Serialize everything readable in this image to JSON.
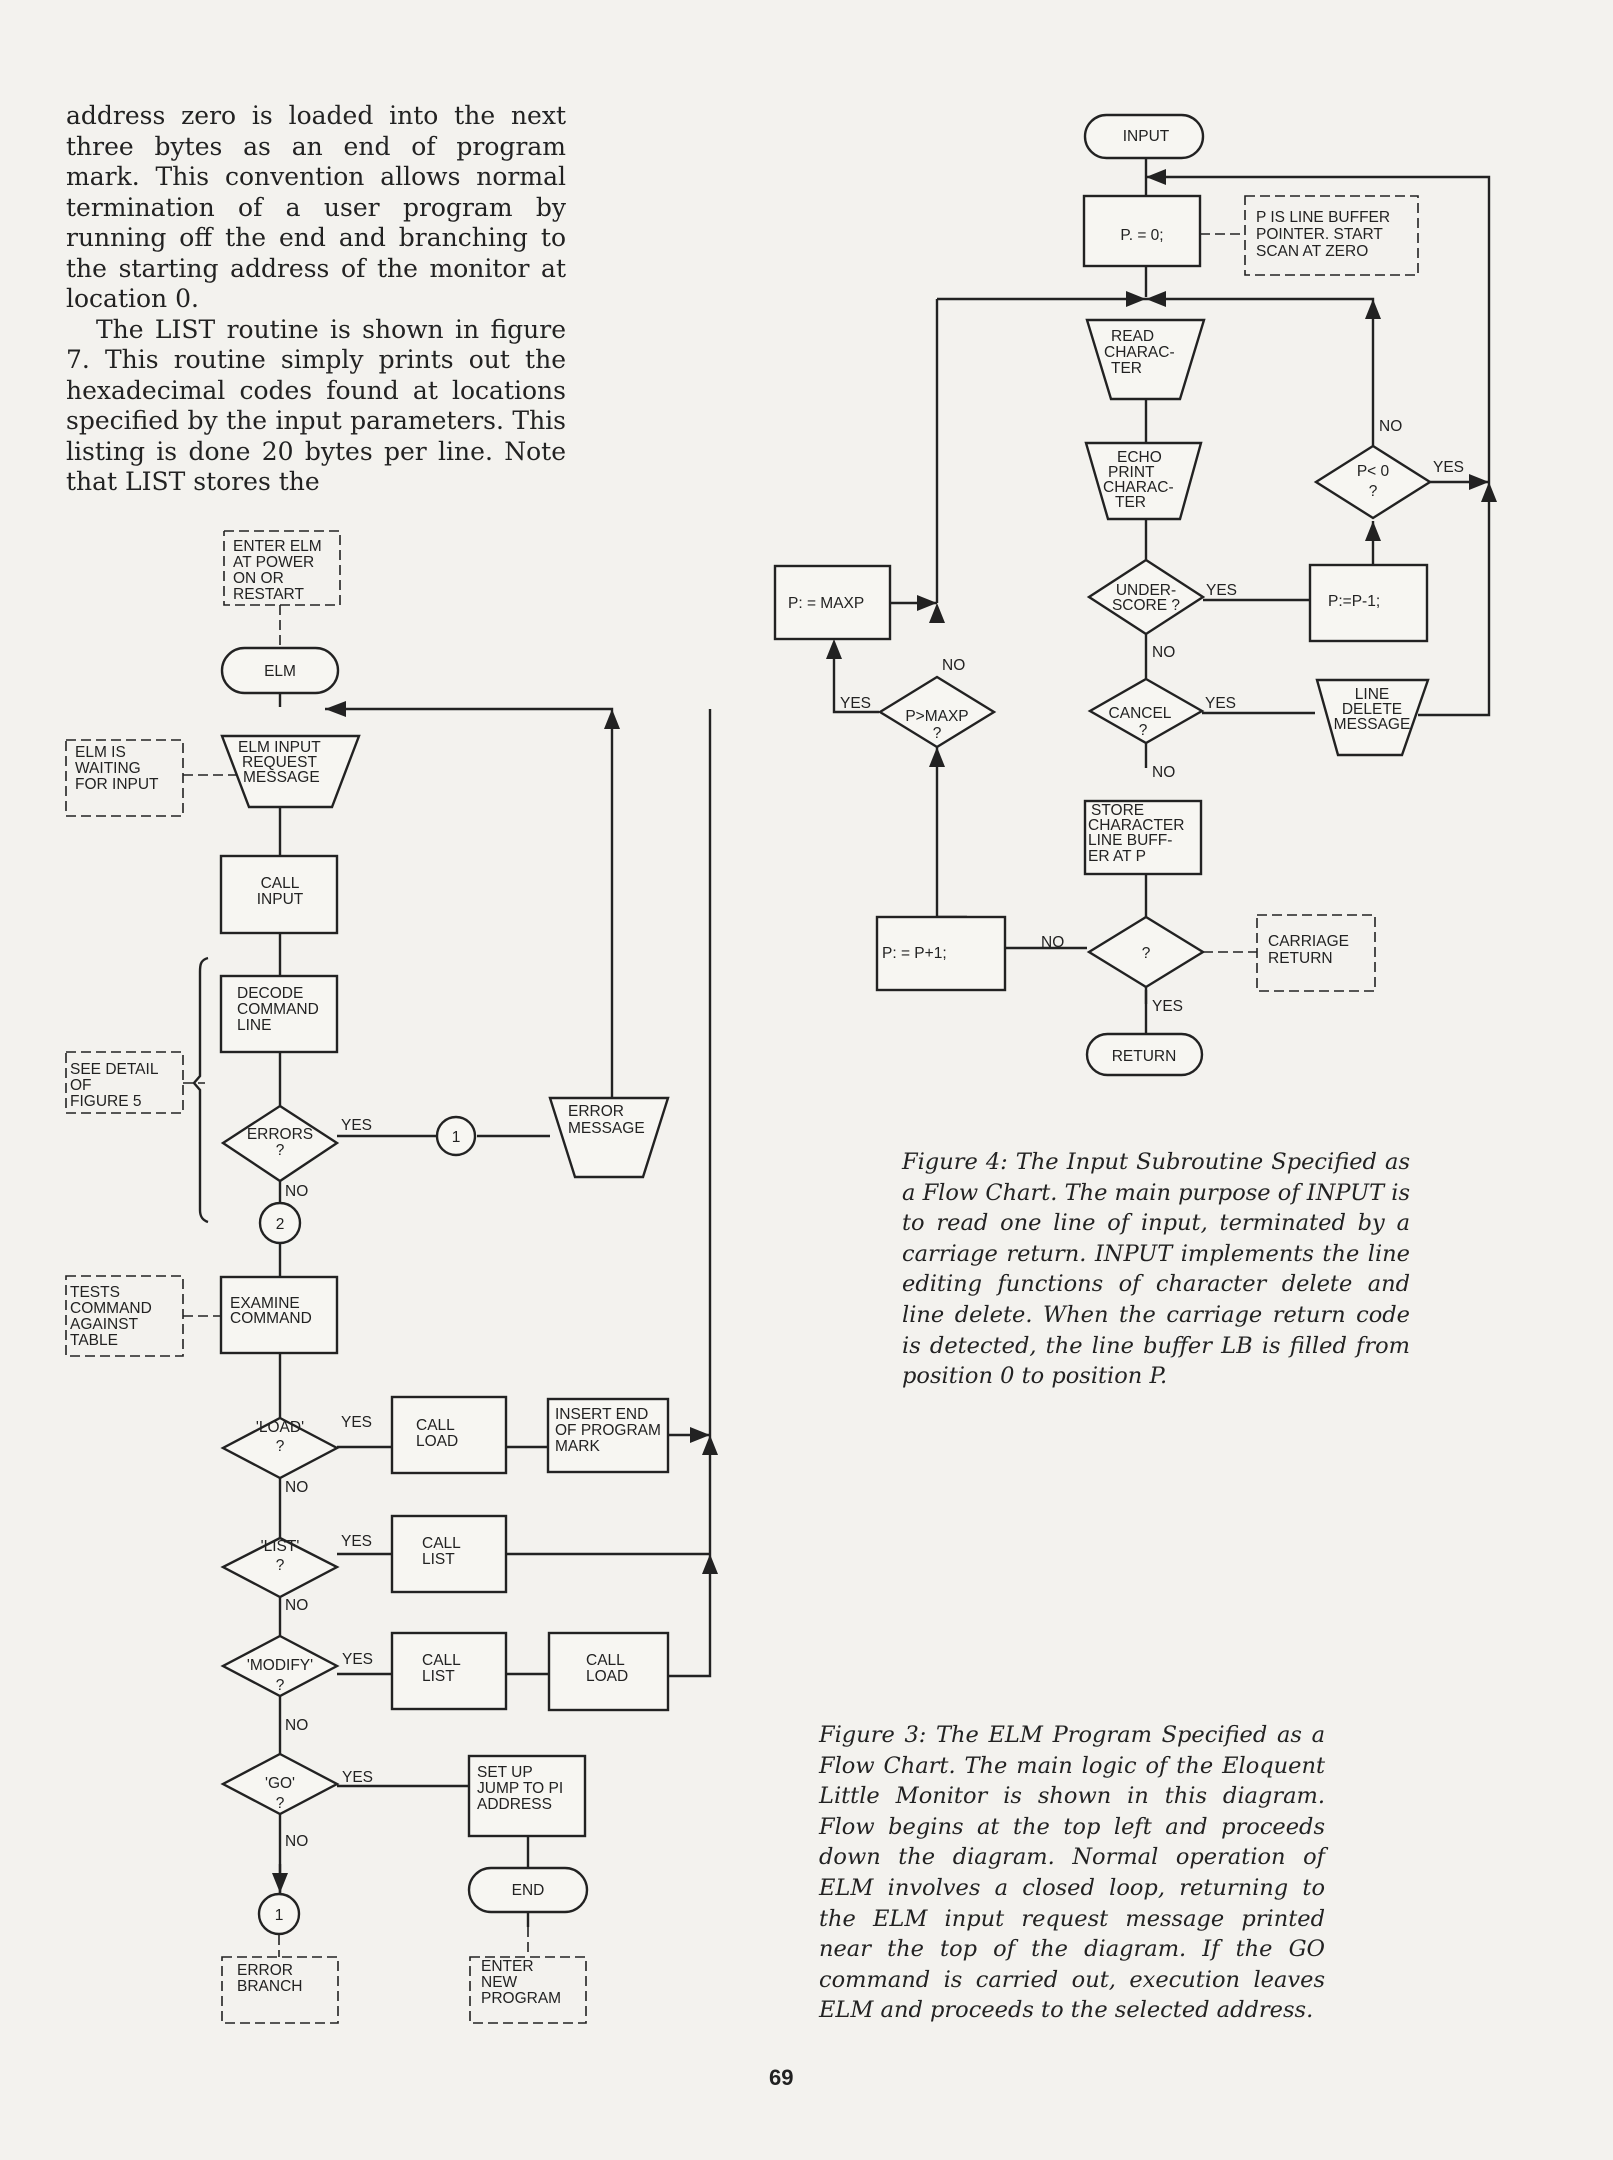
{
  "body_text": {
    "para1": "address zero is loaded into the next three bytes as an end of program mark. This convention allows normal termination of a user program by running off the end and branching to the starting address of the monitor at location 0.",
    "para2": "The LIST routine is shown in figure 7. This routine simply prints out the hexadecimal codes found at locations specified by the input parameters. This listing is done 20 bytes per line. Note that LIST stores the"
  },
  "figure3": {
    "caption": "Figure 3: The ELM Program Specified as a Flow Chart. The main logic of the Eloquent Little Monitor is shown in this diagram. Flow begins at the top left and proceeds down the diagram. Normal operation of ELM involves a closed loop, returning to the ELM input request message printed near the top of the diagram. If the GO command is carried out, execution leaves ELM and proceeds to the selected address.",
    "nodes": {
      "enter_note": [
        "ENTER ELM",
        "AT POWER",
        "ON OR",
        "RESTART"
      ],
      "elm": "ELM",
      "waiting_note": [
        "ELM IS",
        "WAITING",
        "FOR INPUT"
      ],
      "request_msg": [
        "ELM INPUT",
        "REQUEST",
        "MESSAGE"
      ],
      "call_input": [
        "CALL",
        "INPUT"
      ],
      "decode": [
        "DECODE",
        "COMMAND",
        "LINE"
      ],
      "detail_note": [
        "SEE DETAIL",
        "OF",
        "FIGURE 5"
      ],
      "errors": [
        "ERRORS",
        "?"
      ],
      "connector_1": "1",
      "error_msg": [
        "ERROR",
        "MESSAGE"
      ],
      "connector_2": "2",
      "tests_note": [
        "TESTS",
        "COMMAND",
        "AGAINST",
        "TABLE"
      ],
      "examine": [
        "EXAMINE",
        "COMMAND"
      ],
      "load_q": [
        "'LOAD'",
        "?"
      ],
      "call_load": [
        "CALL",
        "LOAD"
      ],
      "insert_end": [
        "INSERT END",
        "OF PROGRAM",
        "MARK"
      ],
      "list_q": [
        "'LIST'",
        "?"
      ],
      "call_list": [
        "CALL",
        "LIST"
      ],
      "modify_q": [
        "'MODIFY'",
        "?"
      ],
      "call_list_2": [
        "CALL",
        "LIST"
      ],
      "call_load_2": [
        "CALL",
        "LOAD"
      ],
      "go_q": [
        "'GO'",
        "?"
      ],
      "set_up_jump": [
        "SET UP",
        "JUMP TO PI",
        "ADDRESS"
      ],
      "connector_1b": "1",
      "end": "END",
      "error_branch_note": [
        "ERROR",
        "BRANCH"
      ],
      "enter_new_note": [
        "ENTER",
        "NEW",
        "PROGRAM"
      ]
    },
    "labels": {
      "yes": "YES",
      "no": "NO"
    }
  },
  "figure4": {
    "caption": "Figure 4: The Input Subroutine Specified as a Flow Chart. The main purpose of INPUT is to read one line of input, terminated by a carriage return. INPUT implements the line editing functions of character delete and line delete. When the carriage return code is detected, the line buffer LB is filled from position 0 to position P.",
    "nodes": {
      "input": "INPUT",
      "p_zero": "P. = 0;",
      "p_note": [
        "P IS LINE BUFFER",
        "POINTER. START",
        "SCAN AT ZERO"
      ],
      "read_char": [
        "READ",
        "CHARAC-",
        "TER"
      ],
      "echo": [
        "ECHO",
        "PRINT",
        "CHARAC-",
        "TER"
      ],
      "p_lt_0": [
        "P< 0",
        "?"
      ],
      "p_maxp": "P: = MAXP",
      "underscore_q": [
        "UNDER-",
        "SCORE ?"
      ],
      "p_dec": "P:=P-1;",
      "p_gt_maxp": [
        "P>MAXP",
        "?"
      ],
      "cancel_q": [
        "CANCEL",
        "?"
      ],
      "line_delete": [
        "LINE",
        "DELETE",
        "MESSAGE"
      ],
      "store_char": [
        "STORE",
        "CHARACTER",
        "LINE BUFF-",
        "ER AT P"
      ],
      "p_inc": "P: = P+1;",
      "cr_q": "?",
      "cr_note": [
        "CARRIAGE",
        "RETURN"
      ],
      "return": "RETURN"
    },
    "labels": {
      "yes": "YES",
      "no": "NO"
    }
  },
  "page_number": "69"
}
